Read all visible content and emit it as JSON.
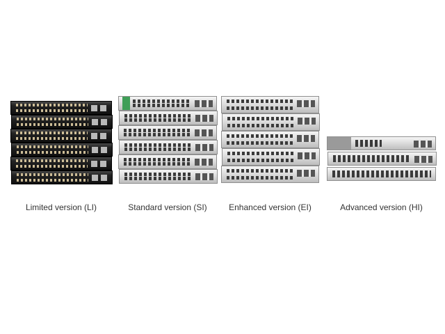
{
  "figure": {
    "groups": [
      {
        "id": "li",
        "label": "Limited version (LI)",
        "units": 6,
        "style": "dark"
      },
      {
        "id": "si",
        "label": "Standard version (SI)",
        "units": 6,
        "style": "light"
      },
      {
        "id": "ei",
        "label": "Enhanced version (EI)",
        "units": 5,
        "style": "light"
      },
      {
        "id": "hi",
        "label": "Advanced version (HI)",
        "units": 3,
        "style": "light"
      }
    ],
    "colors": {
      "li_body": "#1c1c1c",
      "light_body": "#d8d8d8",
      "port_pins": "#cdbd97",
      "port_dark": "#3a3a3a",
      "accent_green": "#3f9e57",
      "caption_text": "#333333",
      "background": "#ffffff"
    }
  }
}
